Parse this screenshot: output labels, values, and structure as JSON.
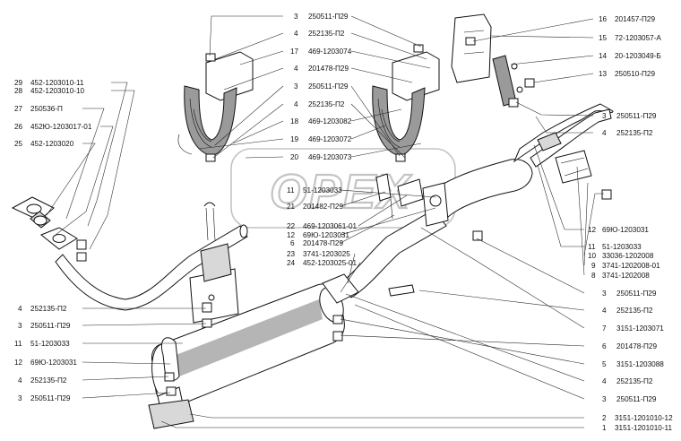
{
  "watermark": "OPEX",
  "callouts_left": [
    {
      "num": "29",
      "code": "452-1203010-11"
    },
    {
      "num": "28",
      "code": "452-1203010-10"
    },
    {
      "num": "27",
      "code": "250536-П"
    },
    {
      "num": "26",
      "code": "452Ю-1203017-01"
    },
    {
      "num": "25",
      "code": "452-1203020"
    },
    {
      "num": "4",
      "code": "252135-П2"
    },
    {
      "num": "3",
      "code": "250511-П29"
    },
    {
      "num": "11",
      "code": "51-1203033"
    },
    {
      "num": "12",
      "code": "69Ю-1203031"
    },
    {
      "num": "4",
      "code": "252135-П2"
    },
    {
      "num": "3",
      "code": "250511-П29"
    }
  ],
  "callouts_center": [
    {
      "num": "3",
      "code": "250511-П29"
    },
    {
      "num": "4",
      "code": "252135-П2"
    },
    {
      "num": "17",
      "code": "469-1203074"
    },
    {
      "num": "4",
      "code": "201478-П29"
    },
    {
      "num": "3",
      "code": "250511-П29"
    },
    {
      "num": "4",
      "code": "252135-П2"
    },
    {
      "num": "18",
      "code": "469-1203082"
    },
    {
      "num": "19",
      "code": "469-1203072"
    },
    {
      "num": "20",
      "code": "469-1203073"
    },
    {
      "num": "11",
      "code": "51-1203033"
    },
    {
      "num": "21",
      "code": "201482-П29"
    },
    {
      "num": "22",
      "code": "469-1203061-01"
    },
    {
      "num": "12",
      "code": "69Ю-1203031"
    },
    {
      "num": "6",
      "code": "201478-П29"
    },
    {
      "num": "23",
      "code": "3741-1203025"
    },
    {
      "num": "24",
      "code": "452-1203025-01"
    }
  ],
  "callouts_right": [
    {
      "num": "16",
      "code": "201457-П29"
    },
    {
      "num": "15",
      "code": "72-1203057-А"
    },
    {
      "num": "14",
      "code": "20-1203049-Б"
    },
    {
      "num": "13",
      "code": "250510-П29"
    },
    {
      "num": "3",
      "code": "250511-П29"
    },
    {
      "num": "4",
      "code": "252135-П2"
    },
    {
      "num": "12",
      "code": "69Ю-1203031"
    },
    {
      "num": "11",
      "code": "51-1203033"
    },
    {
      "num": "10",
      "code": "33036-1202008"
    },
    {
      "num": "9",
      "code": "3741-1202008-01"
    },
    {
      "num": "8",
      "code": "3741-1202008"
    },
    {
      "num": "3",
      "code": "250511-П29"
    },
    {
      "num": "4",
      "code": "252135-П2"
    },
    {
      "num": "7",
      "code": "3151-1203071"
    },
    {
      "num": "6",
      "code": "201478-П29"
    },
    {
      "num": "5",
      "code": "3151-1203088"
    },
    {
      "num": "4",
      "code": "252135-П2"
    },
    {
      "num": "3",
      "code": "250511-П29"
    },
    {
      "num": "2",
      "code": "3151-1201010-12"
    },
    {
      "num": "1",
      "code": "3151-1201010-11"
    }
  ]
}
